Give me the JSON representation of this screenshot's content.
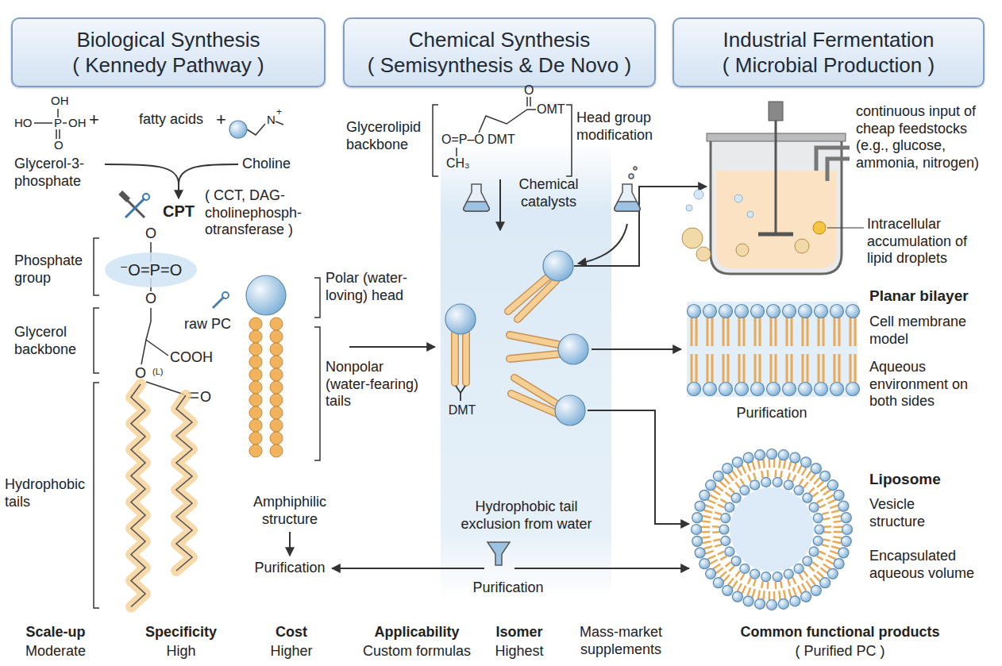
{
  "diagram": {
    "nodes": [
      {
        "text": [
          "Biological Synthesis ( Kennedy Pathway )"
        ]
      },
      {
        "text": [
          "Chemical Synthesis ( Semisynthesis & De Novo )"
        ]
      },
      {
        "text": [
          "Industrial Fermentation ( Microbial Production )"
        ]
      }
    ],
    "labels": [
      "OH",
      "HO",
      "P",
      "OH",
      "O",
      "+",
      "fatty acids",
      "+",
      "N",
      "+",
      "Glycerol-3- phosphate",
      "Choline",
      "CPT",
      "( CCT, DAG-cholinephosph- otransferase )",
      "O",
      "⁻O=P=O",
      "O",
      "Phosphate group",
      "raw PC",
      "Glycerol backbone",
      "O",
      "(L)",
      "COOH",
      "O",
      "Hydrophobic tails",
      "Polar (water-loving) head",
      "Nonpolar (water-fearing) tails",
      "Amphiphilic structure",
      "Purification",
      "Glycerolipid backbone",
      "O",
      "OMT",
      "O=P–O",
      "DMT",
      "CH₃",
      "Head group modification",
      "Chemical catalysts",
      "DMT",
      "Hydrophobic tail exclusion from water",
      "Purification",
      "continuous input of cheap feedstocks (e.g., glucose, ammonia, nitrogen)",
      "Intracellular accumulation of lipid droplets",
      "Planar bilayer",
      "Cell membrane model",
      "Aqueous environment on both sides",
      "Purification",
      "Liposome",
      "Vesicle structure",
      "Encapsulated aqueous volume",
      "Scale-up",
      "Moderate",
      "Specificity",
      "High",
      "Cost",
      "Higher",
      "Applicability",
      "Custom formulas",
      "Isomer",
      "Highest",
      "Mass-market supplements",
      "Common functional products",
      "( Purified PC )"
    ]
  }
}
